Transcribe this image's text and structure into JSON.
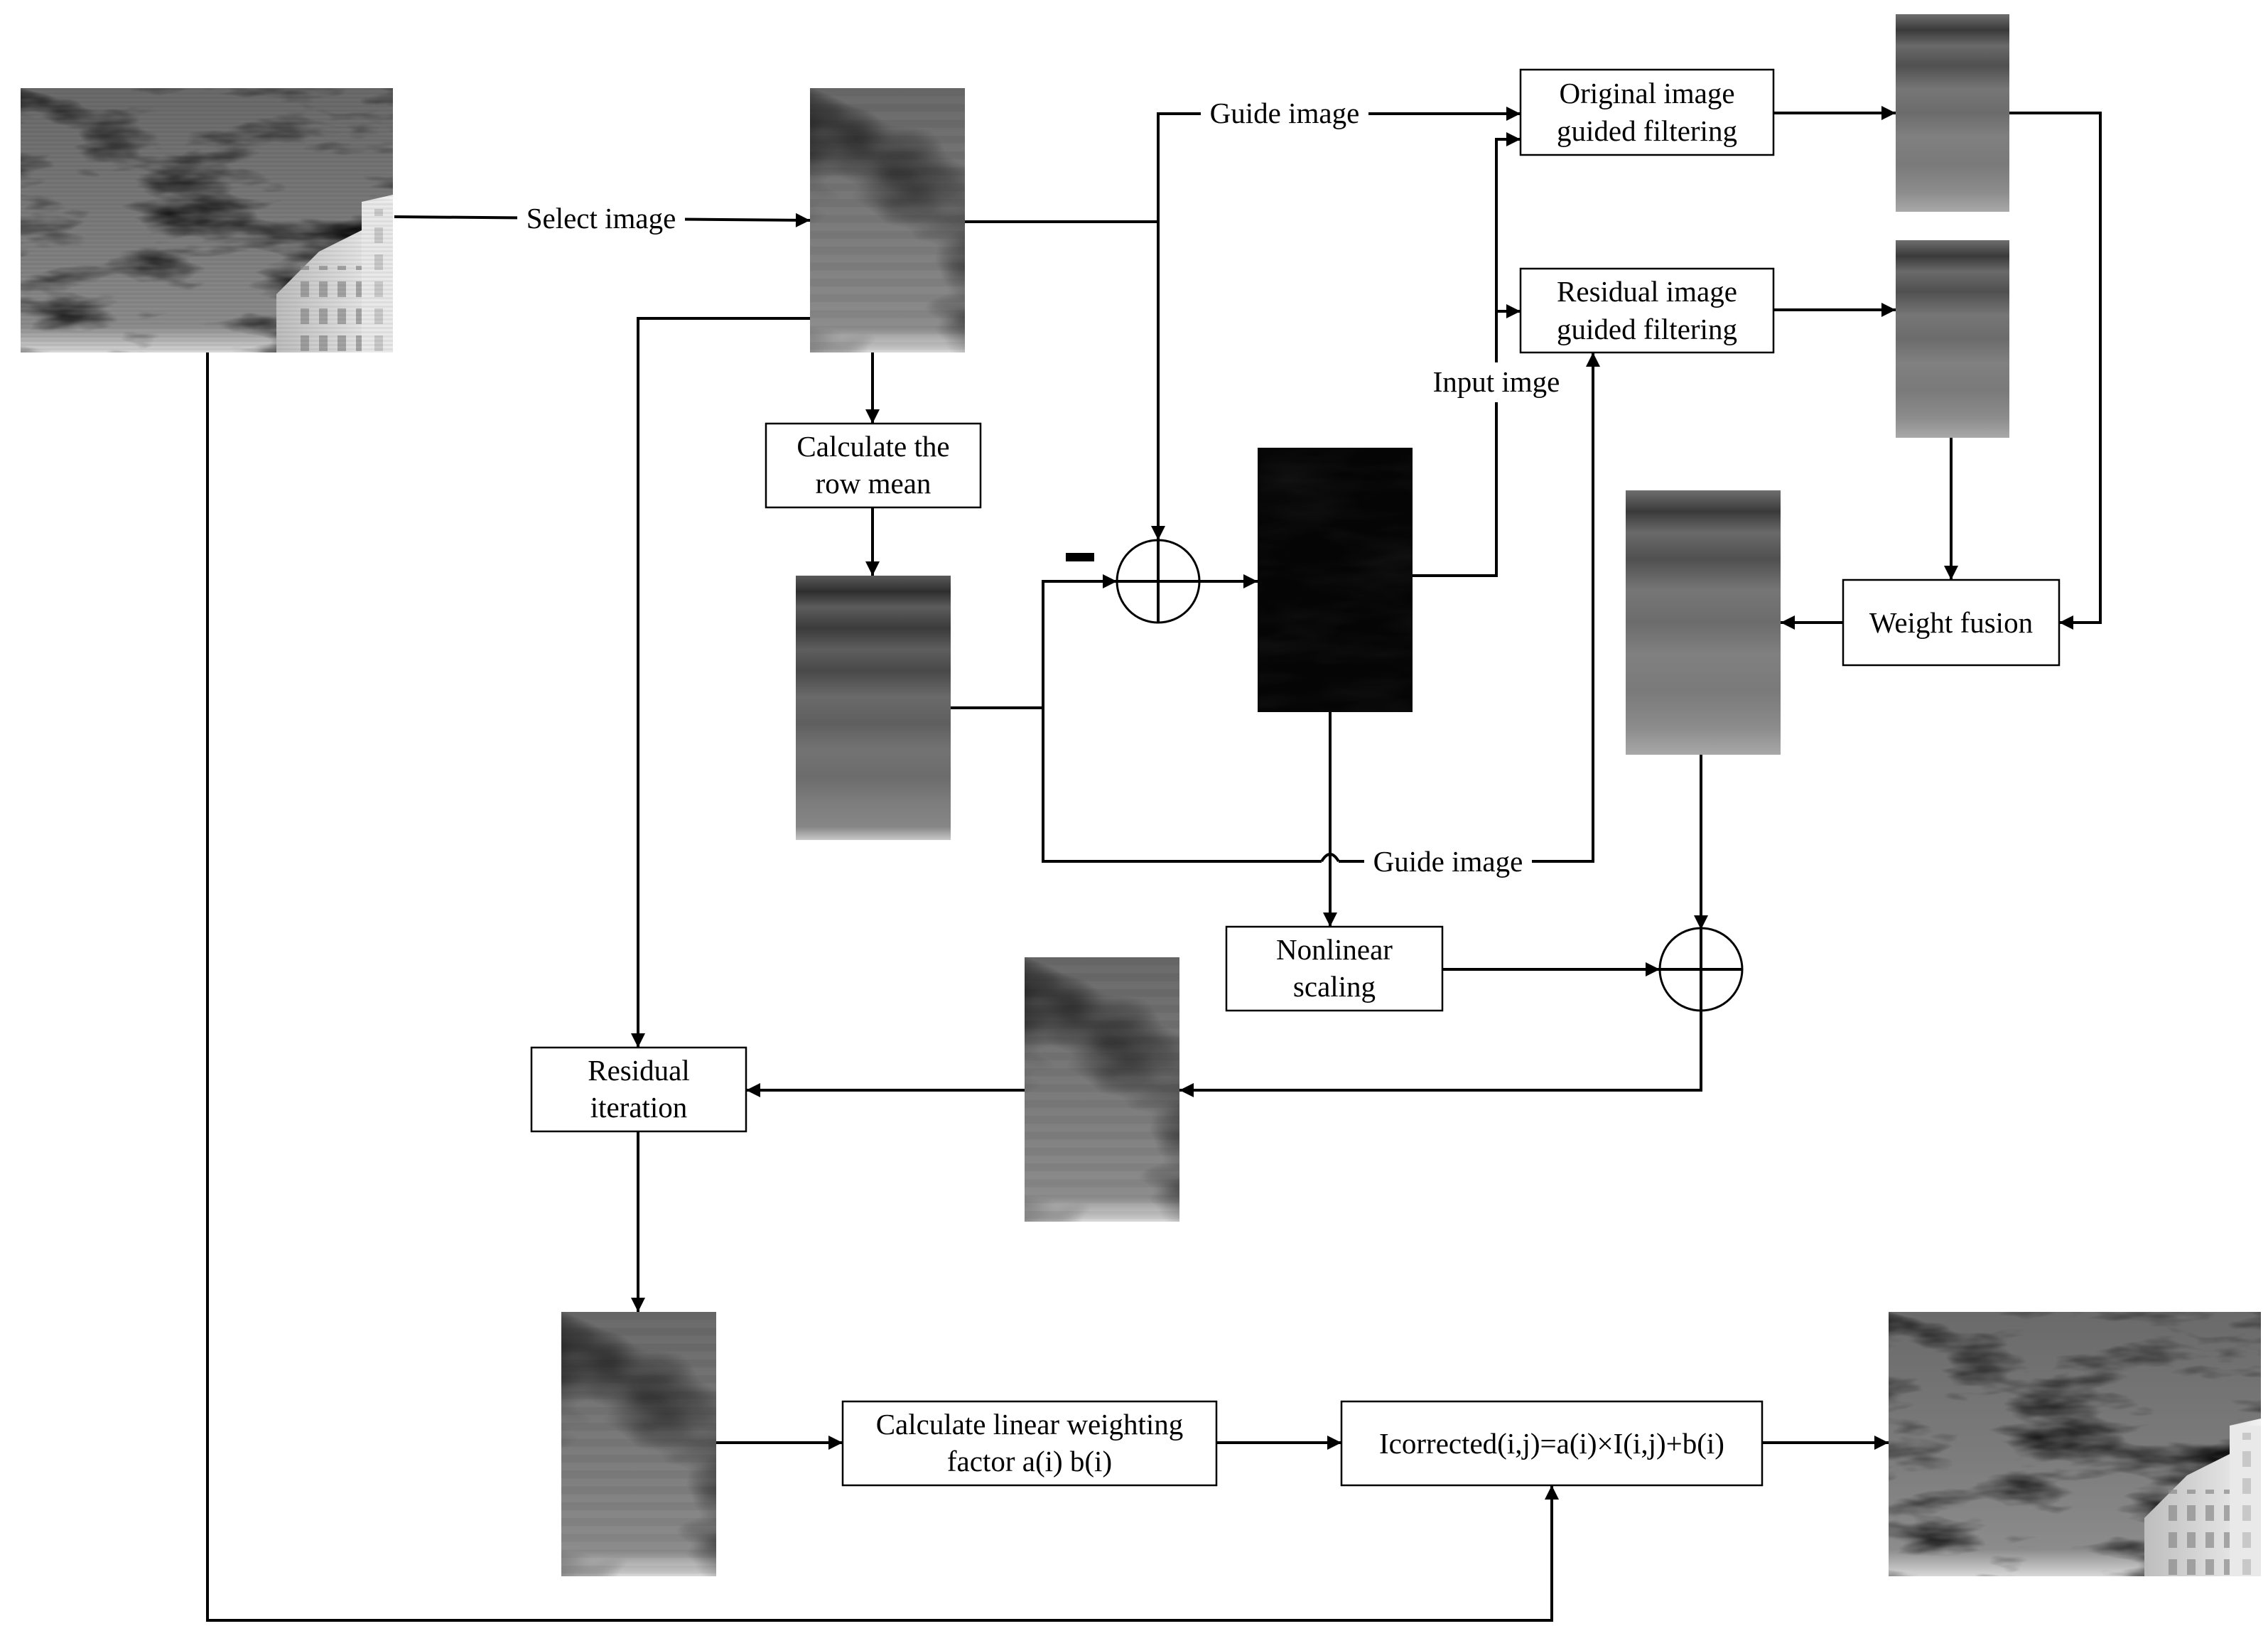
{
  "labels": {
    "select_image": "Select image",
    "guide_image_top": "Guide image",
    "input_image": "Input imge",
    "guide_image_bottom": "Guide image",
    "minus_sign": "–"
  },
  "boxes": {
    "original_filter": [
      "Original image",
      "guided filtering"
    ],
    "residual_filter": [
      "Residual image",
      "guided filtering"
    ],
    "row_mean": [
      "Calculate the",
      "row mean"
    ],
    "weight_fusion": [
      "Weight fusion"
    ],
    "nonlinear": [
      "Nonlinear",
      "scaling"
    ],
    "residual_iter": [
      "Residual",
      "iteration"
    ],
    "linear_factor": [
      "Calculate linear weighting",
      "factor a(i) b(i)"
    ],
    "formula": [
      "Icorrected(i,j)=a(i)×I(i,j)+b(i)"
    ]
  },
  "colors": {
    "line": "#000000",
    "box_fill": "#ffffff",
    "residual_dark": "#060606"
  }
}
